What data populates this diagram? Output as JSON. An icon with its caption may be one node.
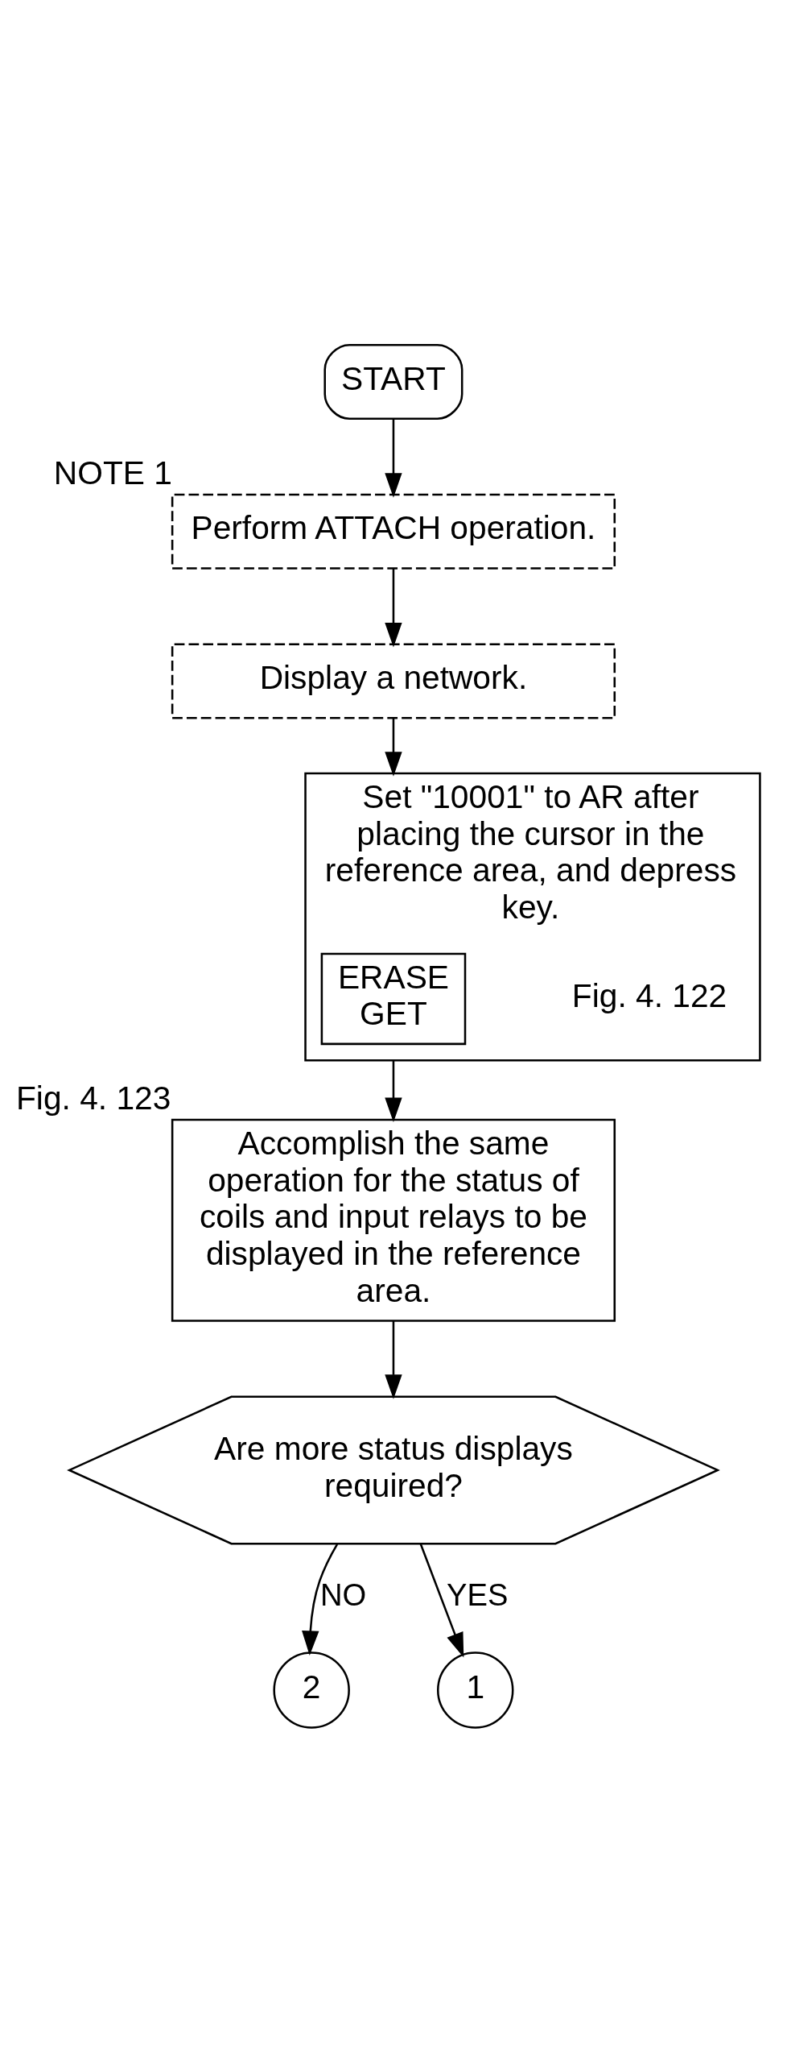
{
  "diagram": {
    "nodes": [
      {
        "text": [
          "START"
        ]
      },
      {
        "text": [
          "Perform ATTACH operation."
        ],
        "beside": [
          "NOTE 1"
        ]
      },
      {
        "text": [
          "Display a network."
        ]
      },
      {
        "text": [
          "Set \"10001\" to AR after placing the cursor in the reference area, and depress",
          "key."
        ],
        "beside": [
          "Fig. 4. 122"
        ]
      },
      {
        "text": [
          "ERASE",
          "GET"
        ],
        "in": 3
      },
      {
        "text": [
          "Accomplish the same operation for the status of coils and input relays to be displayed in the reference area."
        ],
        "beside": [
          "Fig. 4. 123"
        ]
      },
      {
        "text": [
          "Are more status displays required?"
        ]
      },
      {
        "text": [
          "2"
        ]
      },
      {
        "text": [
          "1"
        ]
      }
    ],
    "edges": [
      {
        "from": 0,
        "to": 1,
        "arrow": "to"
      },
      {
        "from": 1,
        "to": 2,
        "arrow": "to"
      },
      {
        "from": 2,
        "to": 3,
        "arrow": "to"
      },
      {
        "from": 3,
        "to": 5,
        "arrow": "to"
      },
      {
        "from": 5,
        "to": 6,
        "arrow": "to"
      },
      {
        "from": 6,
        "to": 7,
        "label": "NO",
        "arrow": "to"
      },
      {
        "from": 6,
        "to": 8,
        "label": "YES",
        "arrow": "to"
      }
    ]
  }
}
